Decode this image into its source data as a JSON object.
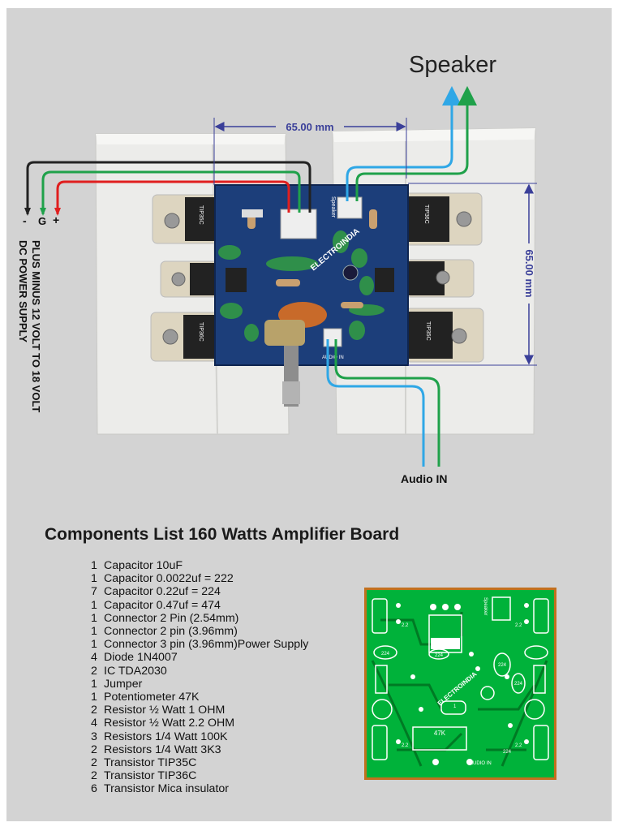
{
  "diagram": {
    "speaker_title": "Speaker",
    "dimension_horizontal": "65.00 mm",
    "dimension_vertical": "65.00 mm",
    "power_terminals": [
      "-",
      "G",
      "+"
    ],
    "power_supply_lines": [
      "PLUS MINUS 12 VOLT TO 18 VOLT",
      "DC POWER SUPPLY"
    ],
    "audio_in_label": "Audio IN",
    "board_brand": "ELECTROINDIA",
    "board_speaker_label": "Speaker",
    "board_audio_label": "AUDIO IN",
    "transistor_labels": [
      "TIP35C",
      "TIP36C",
      "TIP36C",
      "TIP35C"
    ],
    "colors": {
      "board": "#1c3e7a",
      "heatsink": "#ececea",
      "wire_black": "#222222",
      "wire_green": "#1fa14a",
      "wire_red": "#e01f1f",
      "wire_blue": "#2fa7e6",
      "dimension": "#3a3f99"
    }
  },
  "components_title": "Components List 160 Watts Amplifier Board",
  "components": [
    {
      "qty": "1",
      "name": "Capacitor 10uF"
    },
    {
      "qty": "1",
      "name": "Capacitor 0.0022uf = 222"
    },
    {
      "qty": "7",
      "name": "Capacitor 0.22uf = 224"
    },
    {
      "qty": "1",
      "name": "Capacitor 0.47uf = 474"
    },
    {
      "qty": "1",
      "name": "Connector 2 Pin (2.54mm)"
    },
    {
      "qty": "1",
      "name": "Connector 2 pin (3.96mm)"
    },
    {
      "qty": "1",
      "name": "Connector 3 pin (3.96mm)Power Supply"
    },
    {
      "qty": "4",
      "name": "Diode 1N4007"
    },
    {
      "qty": "2",
      "name": "IC TDA2030"
    },
    {
      "qty": "1",
      "name": "Jumper"
    },
    {
      "qty": "1",
      "name": "Potentiometer 47K"
    },
    {
      "qty": "2",
      "name": "Resistor ½ Watt 1 OHM"
    },
    {
      "qty": "4",
      "name": "Resistor ½ Watt 2.2 OHM"
    },
    {
      "qty": "3",
      "name": "Resistors 1/4 Watt 100K"
    },
    {
      "qty": "2",
      "name": "Resistors 1/4 Watt 3K3"
    },
    {
      "qty": "2",
      "name": "Transistor TIP35C"
    },
    {
      "qty": "2",
      "name": "Transistor TIP36C"
    },
    {
      "qty": "6",
      "name": "Transistor Mica insulator"
    }
  ],
  "pcb_layout": {
    "labels": [
      "Speaker",
      "ELECTROINDIA",
      "AUDIO IN",
      "47K",
      "224",
      "224",
      "224",
      "224",
      "224",
      "2.2",
      "2.2",
      "2.2",
      "2.2",
      "1"
    ],
    "colors": {
      "pcb": "#00b23a",
      "pcb_dark": "#007a24",
      "border": "#c2701e",
      "pad": "#ffffff"
    }
  }
}
